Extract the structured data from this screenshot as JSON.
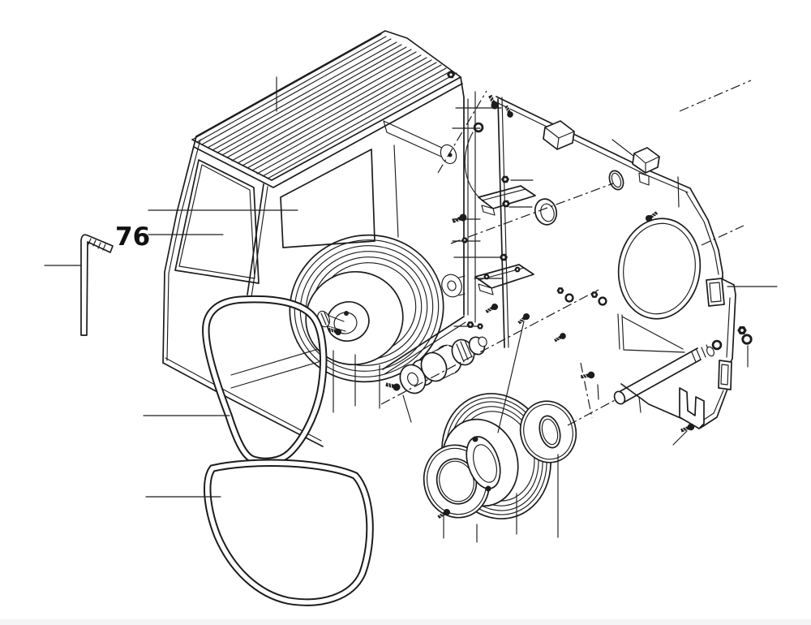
{
  "figure": {
    "type": "exploded-parts-diagram",
    "subject": "belt-drive-pulleys-and-guard-plate-assembly",
    "colors": {
      "ink": "#1c1c1c",
      "background": "#ffffff",
      "bottom_strip": "#f4f5f6"
    },
    "callouts": [
      {
        "id": "76"
      }
    ]
  }
}
